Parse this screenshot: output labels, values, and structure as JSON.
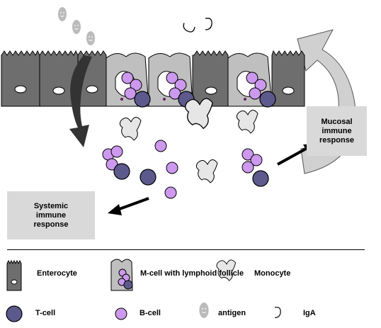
{
  "boxes": {
    "mucosal": "Mucosal\nimmune\nresponse",
    "systemic": "Systemic\nimmune\nresponse"
  },
  "legend": {
    "enterocyte": "Enterocyte",
    "mcell": "M-cell with lymphoid follicle",
    "monocyte": "Monocyte",
    "tcell": "T-cell",
    "bcell": "B-cell",
    "antigen": "antigen",
    "iga": "IgA"
  },
  "colors": {
    "enterocyte": "#6e6e6e",
    "mcell": "#bfbfbf",
    "tcell": "#5c5a8c",
    "bcell": "#cc99ee",
    "monocyte": "#e6e6e6",
    "antigen": "#bbbbbb",
    "box": "#d9d9d9",
    "curved_arrow": "#d0d0d0",
    "dark_arrow": "#333333"
  }
}
